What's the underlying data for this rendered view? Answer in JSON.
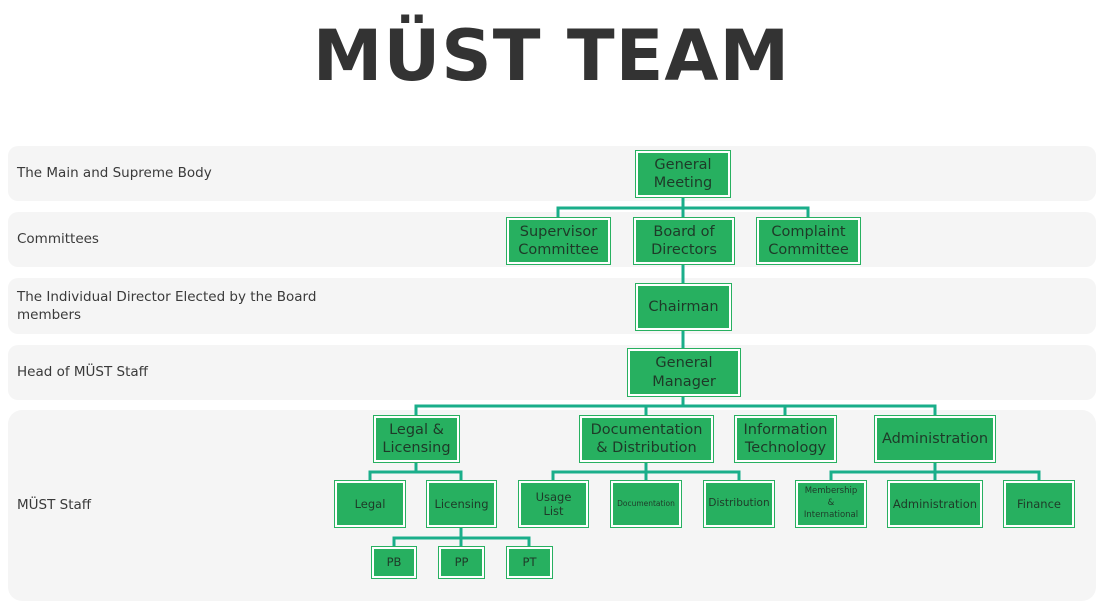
{
  "title": "MÜST TEAM",
  "levels": {
    "main_body": "The Main and Supreme Body",
    "committees": "Committees",
    "individual_director": "The Individual Director Elected by the Board members",
    "head_of_staff": "Head of MÜST Staff",
    "staff": "MÜST Staff"
  },
  "nodes": {
    "general_meeting": "General Meeting",
    "supervisor_committee": "Supervisor Committee",
    "board_of_directors": "Board of Directors",
    "complaint_committee": "Complaint Committee",
    "chairman": "Chairman",
    "general_manager": "General Manager",
    "legal_licensing": "Legal & Licensing",
    "documentation_distribution": "Documentation & Distribution",
    "information_technology": "Information Technology",
    "administration_dept": "Administration",
    "legal": "Legal",
    "licensing": "Licensing",
    "usage_list": "Usage List",
    "documentation": "Documentation",
    "distribution": "Distribution",
    "membership_international": "Membership & International",
    "administration": "Administration",
    "finance": "Finance",
    "pb": "PB",
    "pp": "PP",
    "pt": "PT"
  },
  "colors": {
    "box_fill": "#27b060",
    "connector": "#1aae8a",
    "band": "#f5f5f5"
  }
}
